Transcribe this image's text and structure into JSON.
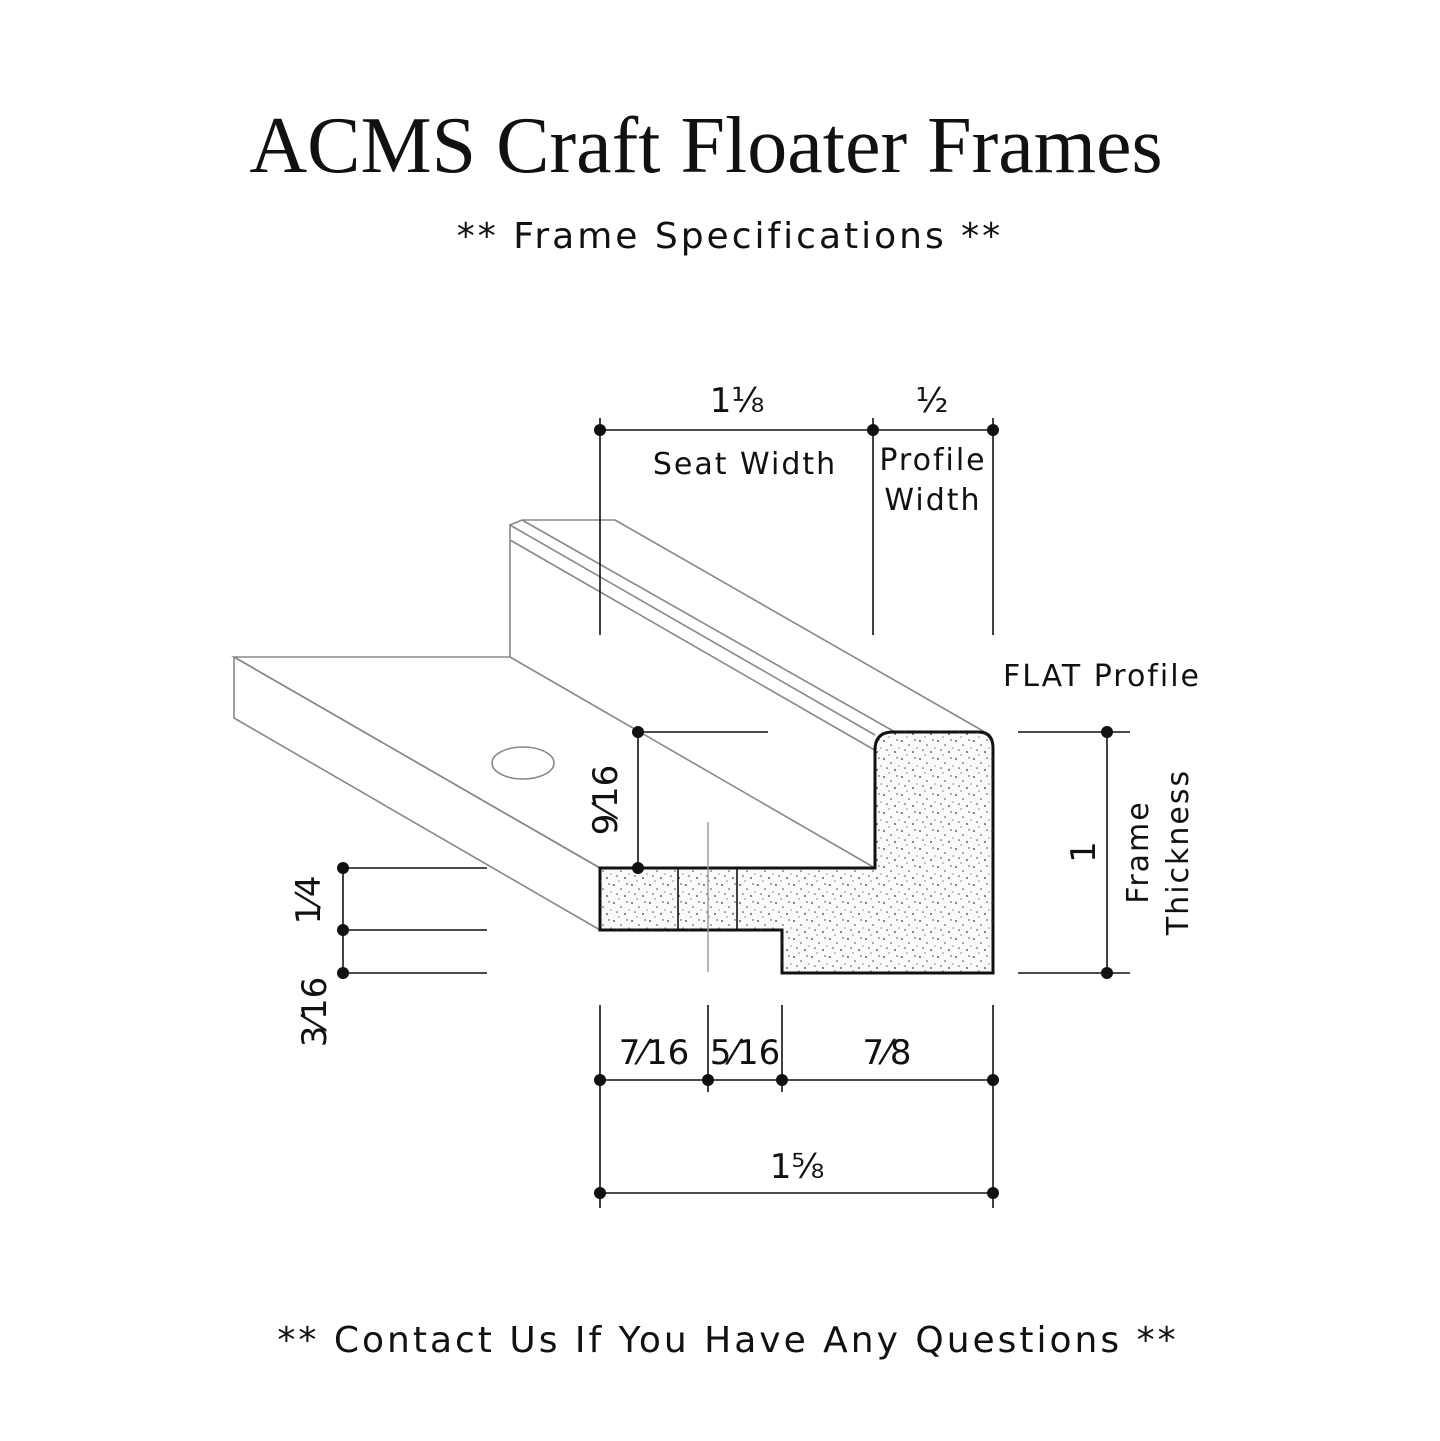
{
  "title": "ACMS Craft Floater Frames",
  "subtitle": "** Frame Specifications **",
  "footer": "** Contact Us If You Have Any Questions **",
  "profile_name": "FLAT Profile",
  "labels": {
    "seat_width": "Seat Width",
    "profile_width_line1": "Profile",
    "profile_width_line2": "Width",
    "frame_thickness_line1": "Frame",
    "frame_thickness_line2": "Thickness"
  },
  "dimensions": {
    "seat_width": "1⅛",
    "profile_width": "½",
    "frame_thickness": "1",
    "lip_height": "9⁄16",
    "step_upper": "1⁄4",
    "step_lower": "3⁄16",
    "bottom_left": "7⁄16",
    "bottom_mid": "5⁄16",
    "bottom_right": "7⁄8",
    "overall_width": "1⅝"
  }
}
